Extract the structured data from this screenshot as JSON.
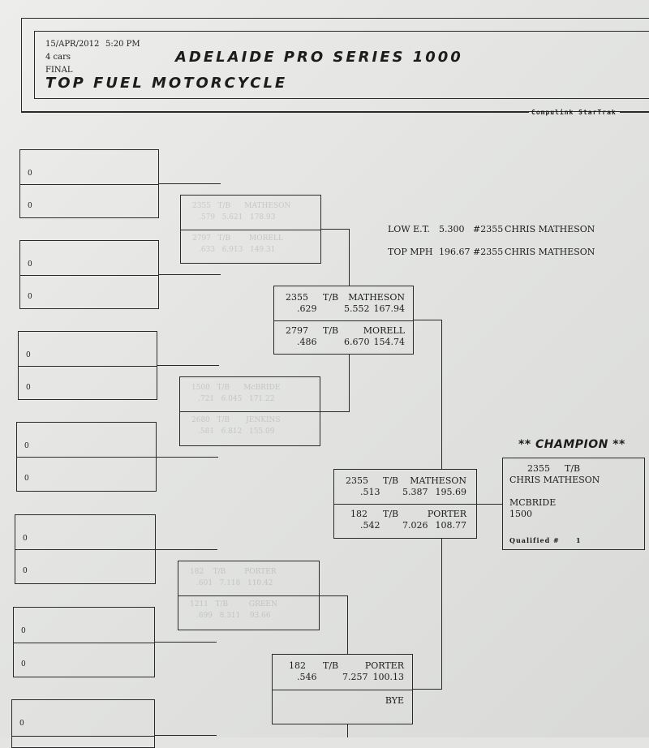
{
  "header": {
    "date": "15/APR/2012",
    "time": "5:20 PM",
    "cars": "4 cars",
    "round": "FINAL",
    "event_title": "ADELAIDE PRO SERIES 1000",
    "class_title": "TOP FUEL MOTORCYCLE",
    "brand": "Compulink StarTrak"
  },
  "round1": {
    "slots": [
      "0",
      "0",
      "0",
      "0",
      "0",
      "0",
      "0",
      "0",
      "0",
      "0",
      "0",
      "0",
      "0"
    ]
  },
  "semi1": {
    "top": {
      "number": "2355",
      "tag": "T/B",
      "name": "MATHESON",
      "rt": ".629",
      "et": "5.552",
      "mph": "167.94"
    },
    "bot": {
      "number": "2797",
      "tag": "T/B",
      "name": "MORELL",
      "rt": ".486",
      "et": "6.670",
      "mph": "154.74"
    }
  },
  "semi2": {
    "top": {
      "number": "182",
      "tag": "T/B",
      "name": "PORTER",
      "rt": ".546",
      "et": "7.257",
      "mph": "100.13"
    },
    "bot": {
      "name": "BYE"
    }
  },
  "final": {
    "top": {
      "number": "2355",
      "tag": "T/B",
      "name": "MATHESON",
      "rt": ".513",
      "et": "5.387",
      "mph": "195.69"
    },
    "bot": {
      "number": "182",
      "tag": "T/B",
      "name": "PORTER",
      "rt": ".542",
      "et": "7.026",
      "mph": "108.77"
    }
  },
  "records": {
    "low_et_label": "LOW E.T.",
    "low_et_value": "5.300",
    "low_et_car": "#2355",
    "low_et_driver": "CHRIS MATHESON",
    "top_mph_label": "TOP MPH",
    "top_mph_value": "196.67",
    "top_mph_car": "#2355",
    "top_mph_driver": "CHRIS MATHESON"
  },
  "champion": {
    "title": "** CHAMPION **",
    "number": "2355",
    "tag": "T/B",
    "driver": "CHRIS MATHESON",
    "line3": "MCBRIDE",
    "line4": "1500",
    "qualified_label": "Qualified #",
    "qualified_value": "1"
  }
}
